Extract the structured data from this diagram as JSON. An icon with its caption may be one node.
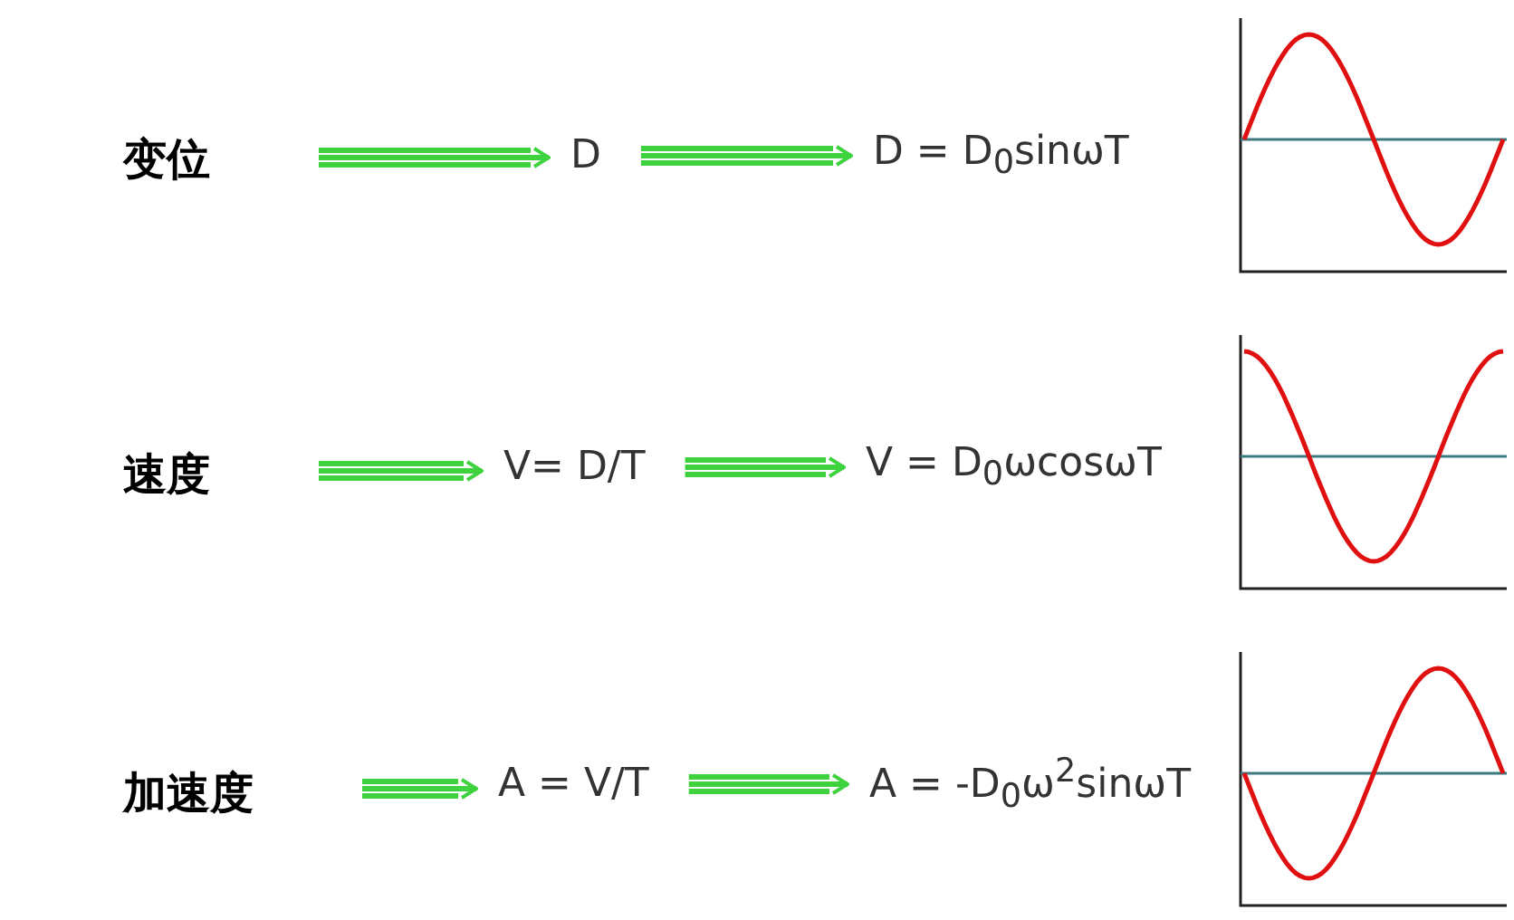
{
  "diagram": {
    "nodes": [
      {
        "text": [
          "变位"
        ]
      },
      {
        "text": [
          "D"
        ]
      },
      {
        "text": [
          "D = D$_{0}$sinωT"
        ]
      },
      {
        "text": [
          "速度"
        ]
      },
      {
        "text": [
          "V= D/T"
        ]
      },
      {
        "text": [
          "V = D$_{0}$ωcosωT"
        ]
      },
      {
        "text": [
          "加速度"
        ]
      },
      {
        "text": [
          "A = V/T"
        ]
      },
      {
        "text": [
          "A = -D$_{0}$ω$^{2}$sinωT"
        ]
      }
    ],
    "edges": [
      {
        "from": 0,
        "to": 1,
        "arrow": "to"
      },
      {
        "from": 1,
        "to": 2,
        "arrow": "to"
      },
      {
        "from": 3,
        "to": 4,
        "arrow": "to"
      },
      {
        "from": 4,
        "to": 5,
        "arrow": "to"
      },
      {
        "from": 6,
        "to": 7,
        "arrow": "to"
      },
      {
        "from": 7,
        "to": 8,
        "arrow": "to"
      }
    ]
  }
}
